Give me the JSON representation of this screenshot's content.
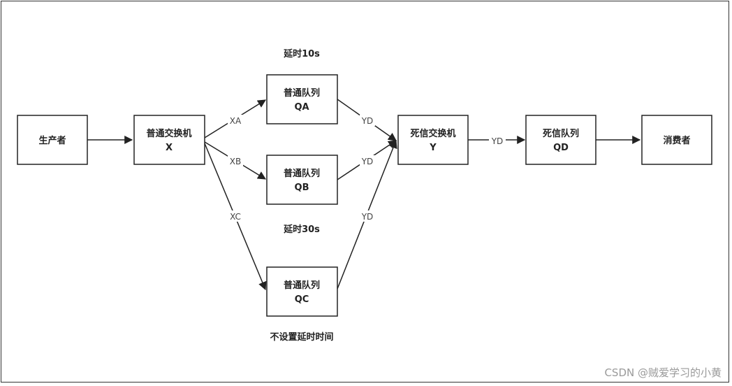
{
  "nodes": {
    "producer": {
      "line1": "生产者",
      "line2": ""
    },
    "exchange_x": {
      "line1": "普通交换机",
      "line2": "X"
    },
    "queue_qa": {
      "line1": "普通队列",
      "line2": "QA"
    },
    "queue_qb": {
      "line1": "普通队列",
      "line2": "QB"
    },
    "queue_qc": {
      "line1": "普通队列",
      "line2": "QC"
    },
    "dead_exchange_y": {
      "line1": "死信交换机",
      "line2": "Y"
    },
    "dead_queue_qd": {
      "line1": "死信队列",
      "line2": "QD"
    },
    "consumer": {
      "line1": "消费者",
      "line2": ""
    }
  },
  "edges": {
    "xa": "XA",
    "xb": "XB",
    "xc": "XC",
    "yd_qa": "YD",
    "yd_qb": "YD",
    "yd_qc": "YD",
    "yd_y": "YD"
  },
  "notes": {
    "qa_delay": "延时10s",
    "qb_delay": "延时30s",
    "qc_delay": "不设置延时时间"
  },
  "watermark": "CSDN @贼爱学习的小黄",
  "colors": {
    "stroke": "#222222",
    "edge_label": "#444444",
    "watermark": "#9a9a9a"
  }
}
